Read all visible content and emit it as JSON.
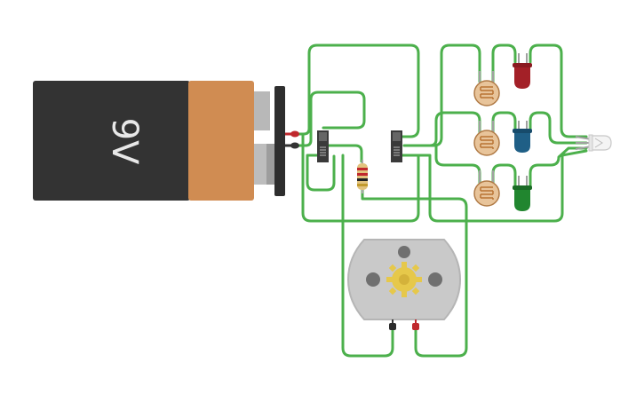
{
  "canvas": {
    "background": "#ffffff"
  },
  "battery": {
    "label": "9V",
    "body_color": "#333333",
    "cap_color": "#d08c52"
  },
  "components": {
    "switches": [
      "slide-switch-1",
      "slide-switch-2"
    ],
    "resistor": "resistor",
    "photoresistors": [
      "photoresistor-top",
      "photoresistor-middle",
      "photoresistor-bottom"
    ],
    "leds": [
      {
        "name": "red-led",
        "color": "#a32027"
      },
      {
        "name": "blue-led",
        "color": "#1f5f86"
      },
      {
        "name": "green-led",
        "color": "#21862f"
      }
    ],
    "rgb_led": "rgb-led",
    "motor": "dc-motor"
  },
  "wire_color": "#4cb04c"
}
